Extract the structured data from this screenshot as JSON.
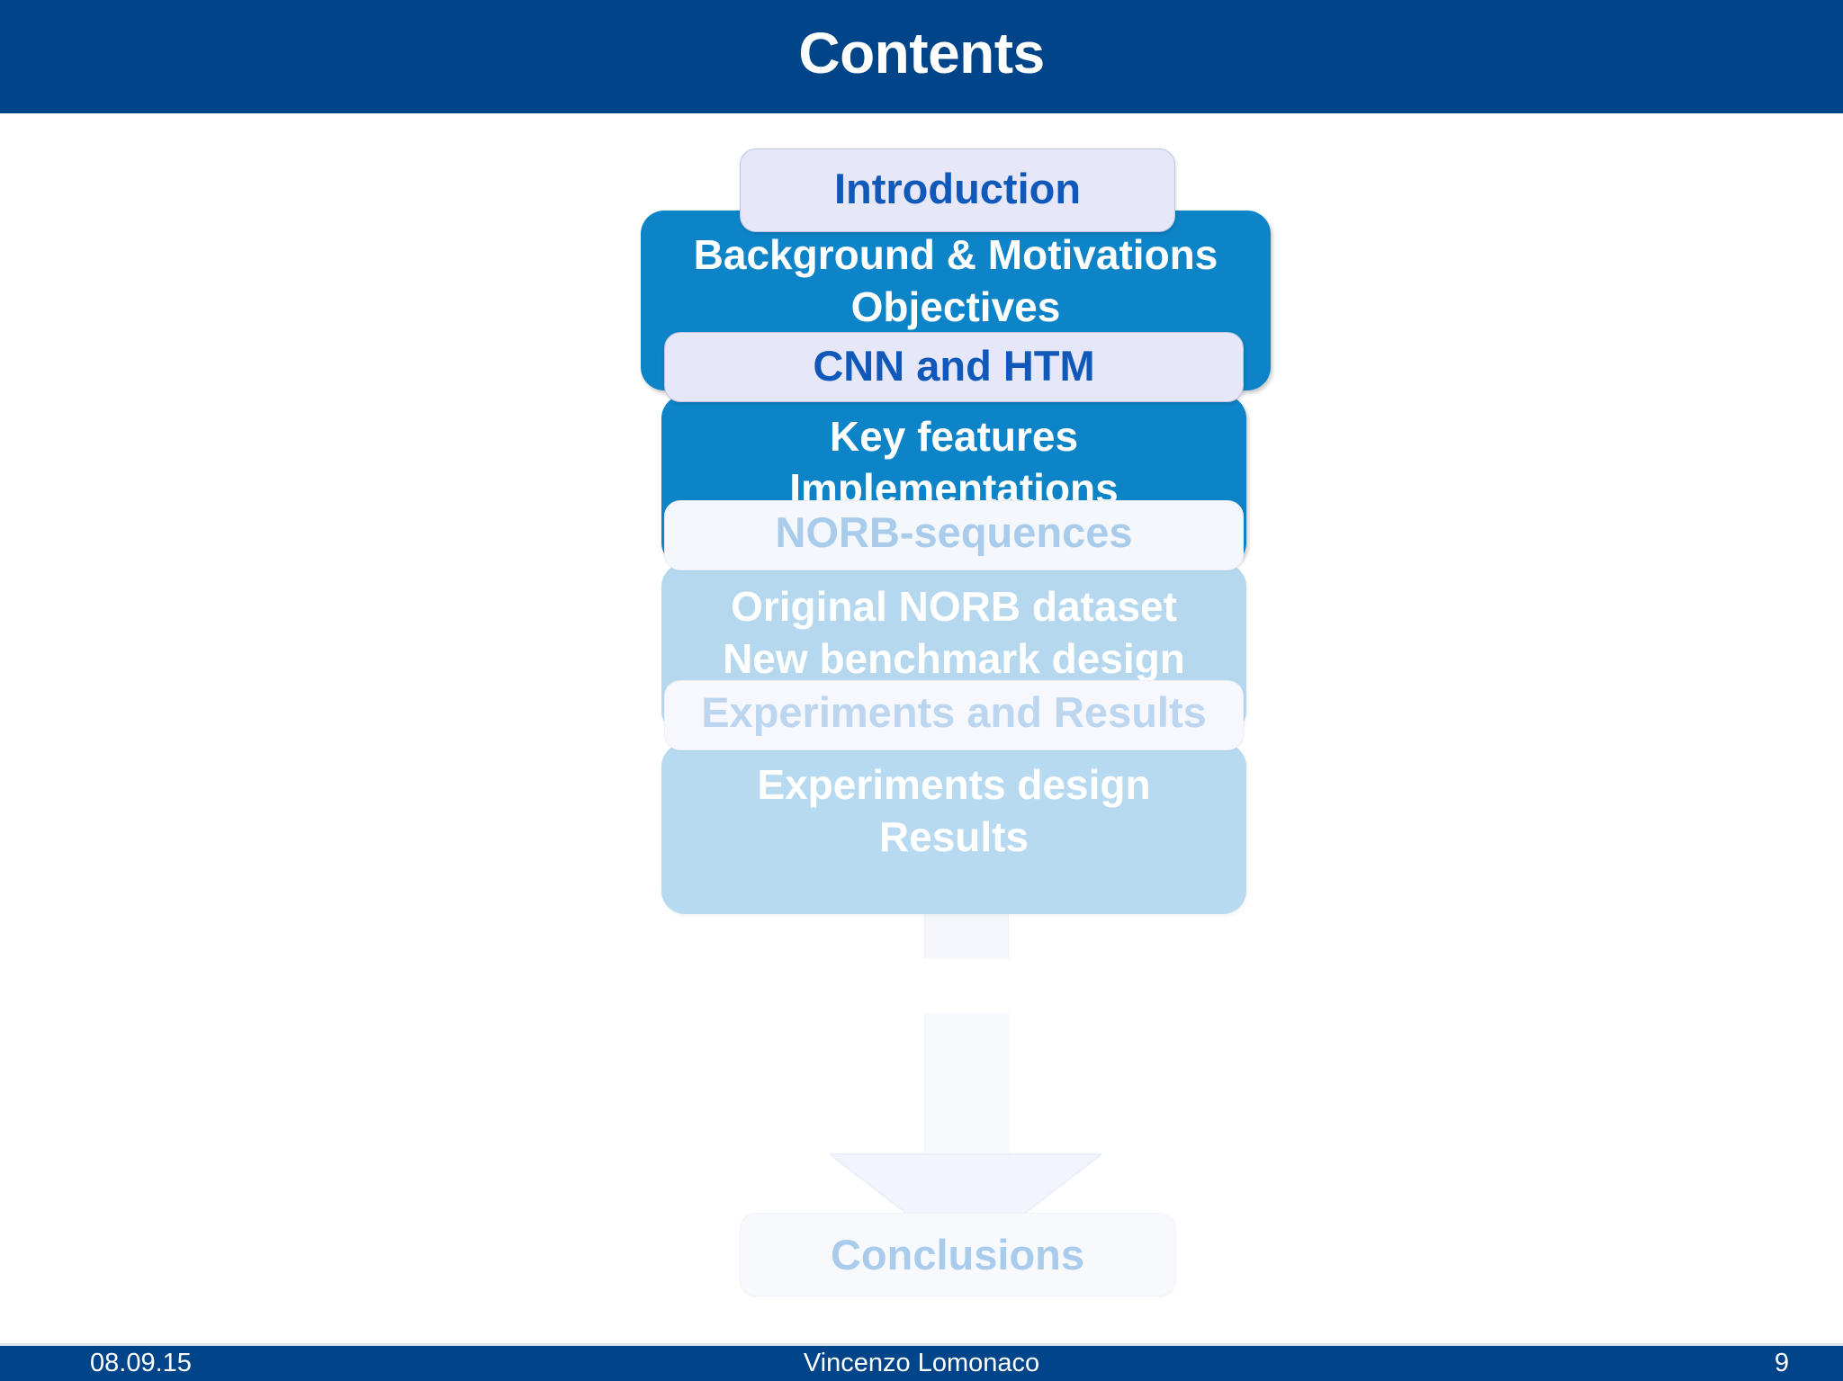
{
  "slide": {
    "title": "Contents",
    "header_color": "#004589",
    "accent_color": "#0d84c8",
    "label_text_color": "#1059ba",
    "faded_fill_color": "#b5d8ef"
  },
  "diagram": {
    "type": "vertical-flow",
    "sections": [
      {
        "label": "Introduction",
        "items": "Background & Motivations\nObjectives",
        "state": "active"
      },
      {
        "label": "CNN and HTM",
        "items": "Key features\nImplementations",
        "state": "active"
      },
      {
        "label": "NORB-sequences",
        "items": "Original NORB dataset\nNew benchmark design",
        "state": "faded"
      },
      {
        "label": "Experiments and Results",
        "items": "Experiments design\nResults",
        "state": "faded"
      }
    ],
    "terminal": {
      "label": "Conclusions",
      "state": "faded"
    }
  },
  "footer": {
    "date": "08.09.15",
    "author": "Vincenzo Lomonaco",
    "page": "9"
  }
}
